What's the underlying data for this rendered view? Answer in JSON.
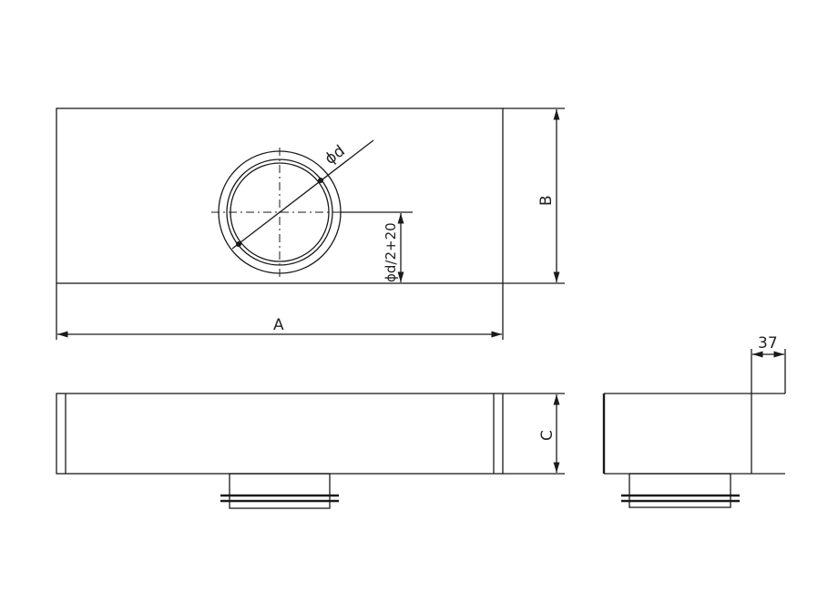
{
  "labels": {
    "diameter": "ϕd",
    "offset": "ϕd/2+20",
    "A": "A",
    "B": "B",
    "C": "C",
    "flange_depth": "37"
  }
}
